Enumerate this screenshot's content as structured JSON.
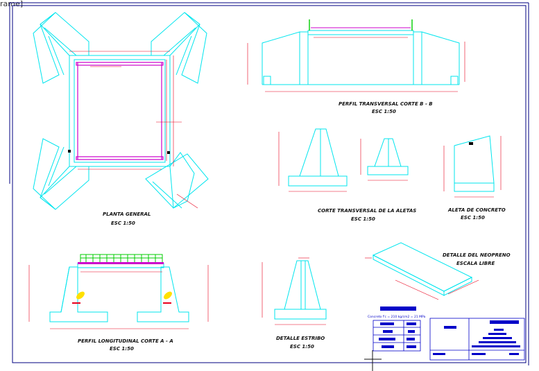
{
  "tab_label": "rame]",
  "views": {
    "plan": {
      "title": "PLANTA GENERAL",
      "scale": "ESC 1:50"
    },
    "transverse": {
      "title": "PERFIL TRANSVERSAL CORTE B - B",
      "scale": "ESC 1:50"
    },
    "wing_section": {
      "title": "CORTE TRANSVERSAL DE LA ALETAS",
      "scale": "ESC 1:50"
    },
    "wall": {
      "title": "ALETA DE CONCRETO",
      "scale": "ESC 1:50"
    },
    "neoprene": {
      "title": "DETALLE DEL NEOPRENO",
      "subtitle": "ESCALA LIBRE"
    },
    "longitudinal": {
      "title": "PERFIL LONGITUDINAL CORTE A - A",
      "scale": "ESC 1:50"
    },
    "abutment": {
      "title": "DETALLE ESTRIBO",
      "scale": "ESC 1:50"
    },
    "notes": {
      "heading": "",
      "concrete_note": "Concreto f'c = 210 kg/cm2 = 21 MPa"
    }
  },
  "colors": {
    "concrete": "#00e5ee",
    "dimension": "#e8001c",
    "beam": "#cc00cc",
    "railing": "#00cc00",
    "block": "#0000c8",
    "neoprene_pad": "#ffe000",
    "border": "#000080"
  }
}
